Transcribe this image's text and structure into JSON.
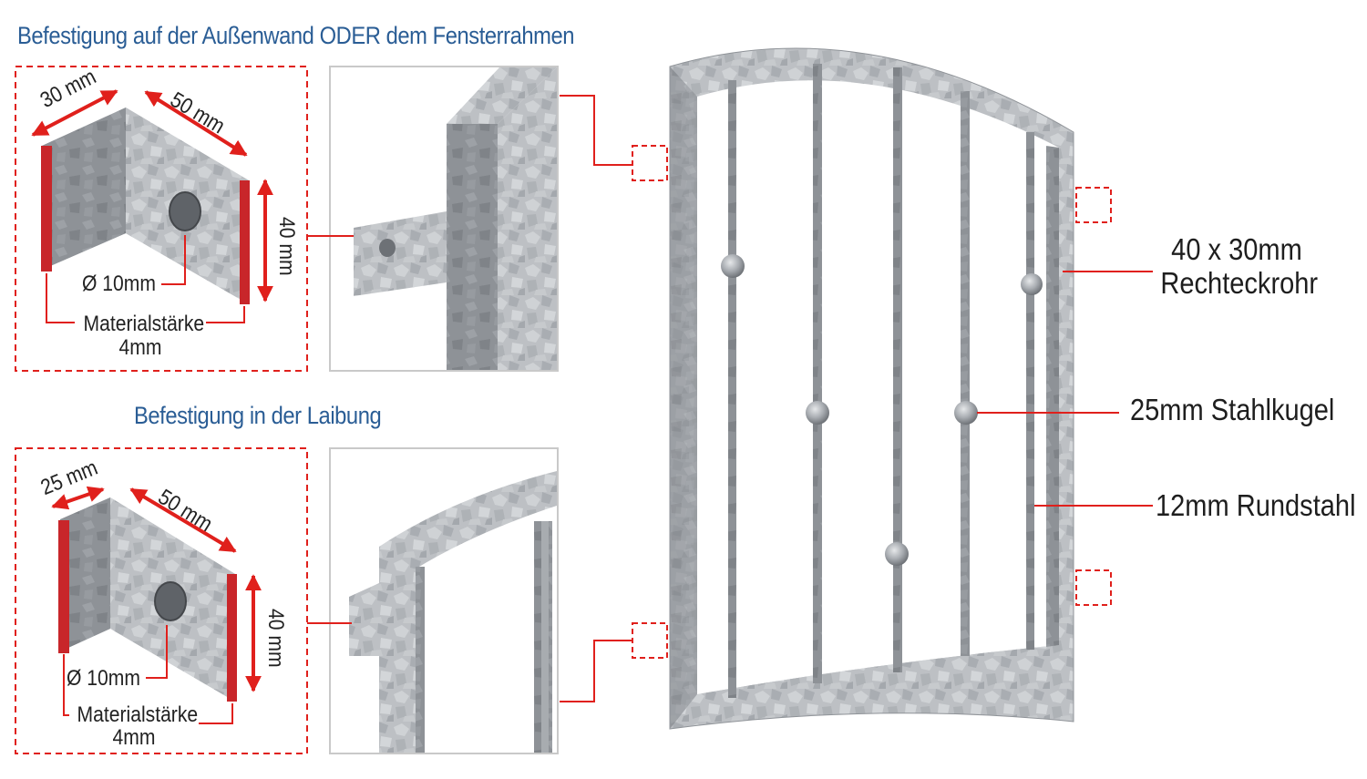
{
  "headings": {
    "top": "Befestigung auf der Außenwand ODER dem Fensterrahmen",
    "bottom": "Befestigung in der Laibung"
  },
  "bracket_top": {
    "width_label": "30 mm",
    "length_label": "50 mm",
    "height_label": "40 mm",
    "hole_label": "Ø 10mm",
    "thickness_label": "Materialstärke",
    "thickness_value": "4mm"
  },
  "bracket_bottom": {
    "width_label": "25 mm",
    "length_label": "50 mm",
    "height_label": "40 mm",
    "hole_label": "Ø 10mm",
    "thickness_label": "Materialstärke",
    "thickness_value": "4mm"
  },
  "grille_labels": {
    "tube_line1": "40 x 30mm",
    "tube_line2": "Rechteckrohr",
    "ball": "25mm Stahlkugel",
    "bar": "12mm Rundstahl"
  },
  "colors": {
    "heading": "#2a5d95",
    "callout": "#e0201c",
    "steel": "#b9bcc0",
    "steel_dark": "#8f9398",
    "edge_red": "#c8262a"
  }
}
